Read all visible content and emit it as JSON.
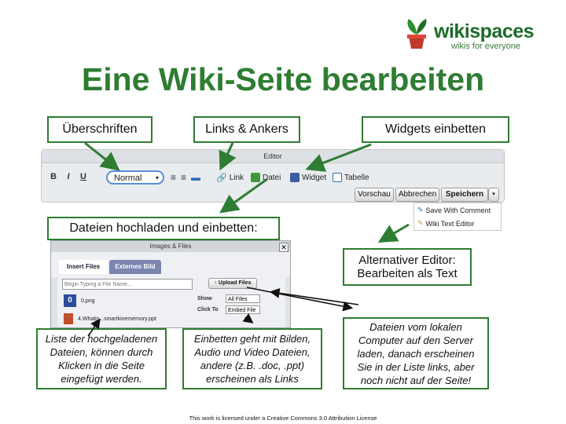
{
  "logo": {
    "name": "wikispaces",
    "tagline": "wikis for everyone",
    "icon": "potted-plant-icon"
  },
  "title": "Eine Wiki-Seite bearbeiten",
  "labels": {
    "headings": "Überschriften",
    "links": "Links & Ankers",
    "widgets": "Widgets einbetten",
    "files": "Dateien hochladen und einbetten:",
    "alt_editor": "Alternativer Editor: Bearbeiten als Text"
  },
  "editor": {
    "title": "Editor",
    "format_buttons": [
      "B",
      "I",
      "U"
    ],
    "format_select": "Normal",
    "link_label": "Link",
    "file_label": "Datei",
    "widget_label": "Widget",
    "table_label": "Tabelle",
    "preview_label": "Vorschau",
    "cancel_label": "Abbrechen",
    "save_label": "Speichern",
    "save_menu": [
      "Save With Comment",
      "Wiki Text Editor"
    ]
  },
  "dialog": {
    "title": "Images & Files",
    "tabs": [
      "Insert Files",
      "Externes Bild"
    ],
    "search_placeholder": "Begin Typing a File Name...",
    "upload_label": "Upload Files",
    "show_label": "Show",
    "show_value": "All Files",
    "click_label": "Click To",
    "click_value": "Embed File",
    "files": [
      {
        "icon": "0",
        "name": "0.png"
      },
      {
        "icon": "ppt",
        "name": "4.Whatis...smartkinememory.ppt"
      }
    ]
  },
  "notes": {
    "list": "Liste der hochgeladenen Dateien, können durch Klicken in die Seite eingefügt werden.",
    "embed": "Einbetten geht mit Bilden, Audio und Video Dateien, andere (z.B. .doc, .ppt) erscheinen als Links",
    "upload": "Dateien vom lokalen Computer auf den Server laden, danach erscheinen Sie in der Liste links, aber noch nicht auf der Seite!"
  },
  "licence": "This work is licensed under a Creative Commons 3.0 Attribution License",
  "colors": {
    "accent_green": "#2e7d32",
    "brand_green": "#1d6b2a",
    "editor_bg": "#e9ecef",
    "highlight_blue": "#5a8fd6"
  }
}
